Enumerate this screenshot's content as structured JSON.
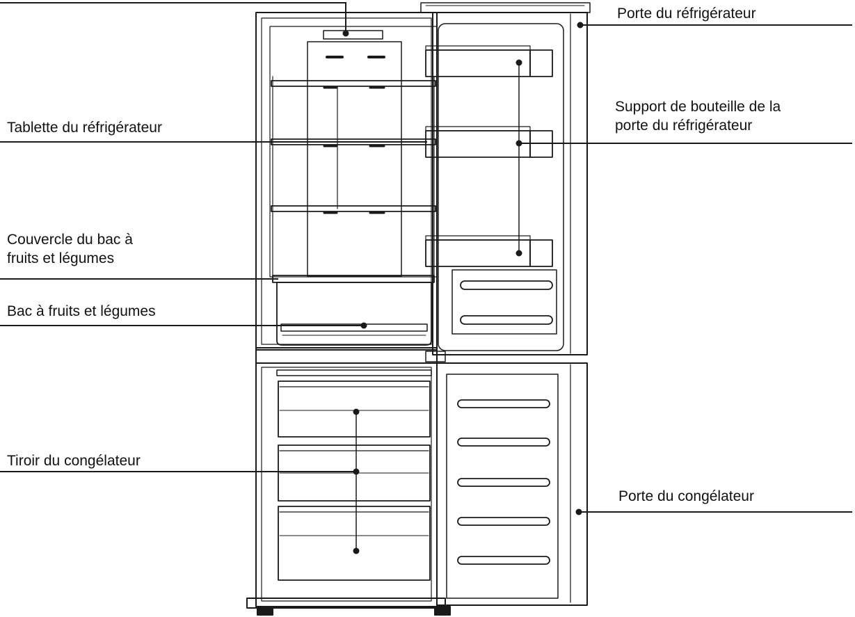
{
  "labels": {
    "refrigerator_door": "Porte du réfrigérateur",
    "refrigerator_shelf": "Tablette du réfrigérateur",
    "door_bottle_holder_line1": "Support de bouteille de la",
    "door_bottle_holder_line2": "porte du réfrigérateur",
    "crisper_cover_line1": "Couvercle du bac à",
    "crisper_cover_line2": "fruits et légumes",
    "crisper_drawer": "Bac à fruits et légumes",
    "freezer_drawer": "Tiroir du congélateur",
    "freezer_door": "Porte du congélateur"
  },
  "colors": {
    "line": "#1a1a1a",
    "background": "#ffffff"
  }
}
